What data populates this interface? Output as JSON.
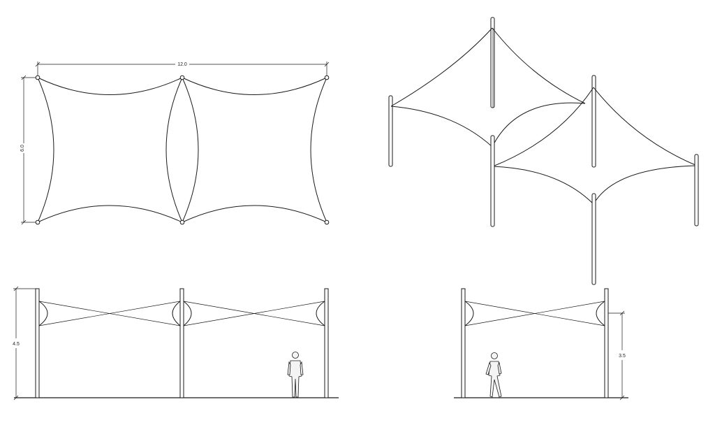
{
  "drawings": {
    "plan": {
      "width_label": "12.0",
      "depth_label": "6.0"
    },
    "elevation_long": {
      "height_label": "4.5"
    },
    "elevation_short": {
      "height_label": "3.5"
    }
  },
  "colors": {
    "line": "#1a1a1a",
    "background": "#ffffff"
  }
}
